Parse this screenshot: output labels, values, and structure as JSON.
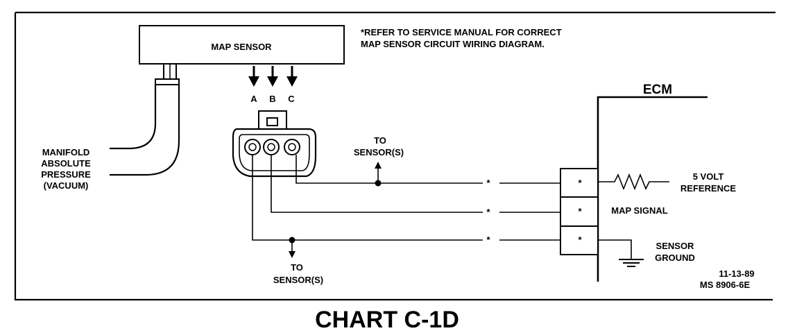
{
  "sensor": {
    "label": "MAP SENSOR",
    "pins": [
      "A",
      "B",
      "C"
    ]
  },
  "note": {
    "line1": "*REFER TO SERVICE MANUAL FOR CORRECT",
    "line2": "MAP SENSOR CIRCUIT WIRING DIAGRAM."
  },
  "vacuum_label": [
    "MANIFOLD",
    "ABSOLUTE",
    "PRESSURE",
    "(VACUUM)"
  ],
  "to_sensor_top": [
    "TO",
    "SENSOR(S)"
  ],
  "to_sensor_bottom": [
    "TO",
    "SENSOR(S)"
  ],
  "wire_marks": [
    "*",
    "*",
    "*"
  ],
  "ecm": {
    "label": "ECM",
    "terminal_marks": [
      "*",
      "*",
      "*"
    ],
    "five_volt": [
      "5 VOLT",
      "REFERENCE"
    ],
    "map_signal": "MAP SIGNAL",
    "sensor_ground": [
      "SENSOR",
      "GROUND"
    ]
  },
  "footer": {
    "date": "11-13-89",
    "code": "MS 8906-6E"
  },
  "chart_title": "CHART C-1D"
}
